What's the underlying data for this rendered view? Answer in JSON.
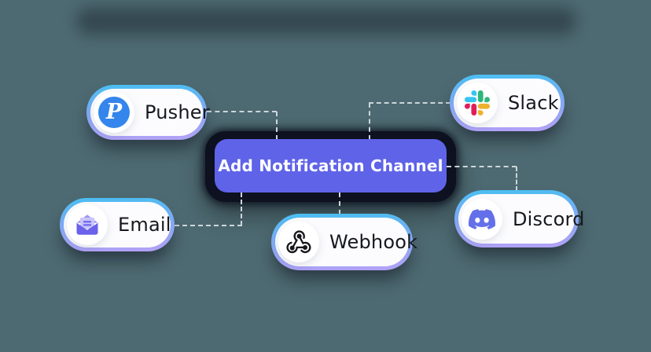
{
  "background_color": "#4d6971",
  "center_button": {
    "label": "Add Notification Channel",
    "color": "#5f63e8",
    "shadow_color": "#0d1120"
  },
  "channels": [
    {
      "id": "pusher",
      "label": "Pusher",
      "icon": "pusher-icon",
      "icon_letter": "P",
      "icon_color": "#3485ec"
    },
    {
      "id": "slack",
      "label": "Slack",
      "icon": "slack-icon",
      "icon_colors": [
        "#36C5F0",
        "#2EB67D",
        "#ECB22E",
        "#E01E5A"
      ]
    },
    {
      "id": "email",
      "label": "Email",
      "icon": "email-icon",
      "icon_color": "#6a62ea"
    },
    {
      "id": "webhook",
      "label": "Webhook",
      "icon": "webhook-icon",
      "icon_color": "#17181c"
    },
    {
      "id": "discord",
      "label": "Discord",
      "icon": "discord-icon",
      "icon_color": "#6470e9"
    }
  ],
  "pill_border_gradient": [
    "#49bff2",
    "#b5a1f6"
  ],
  "connector_color": "#ccd6db"
}
